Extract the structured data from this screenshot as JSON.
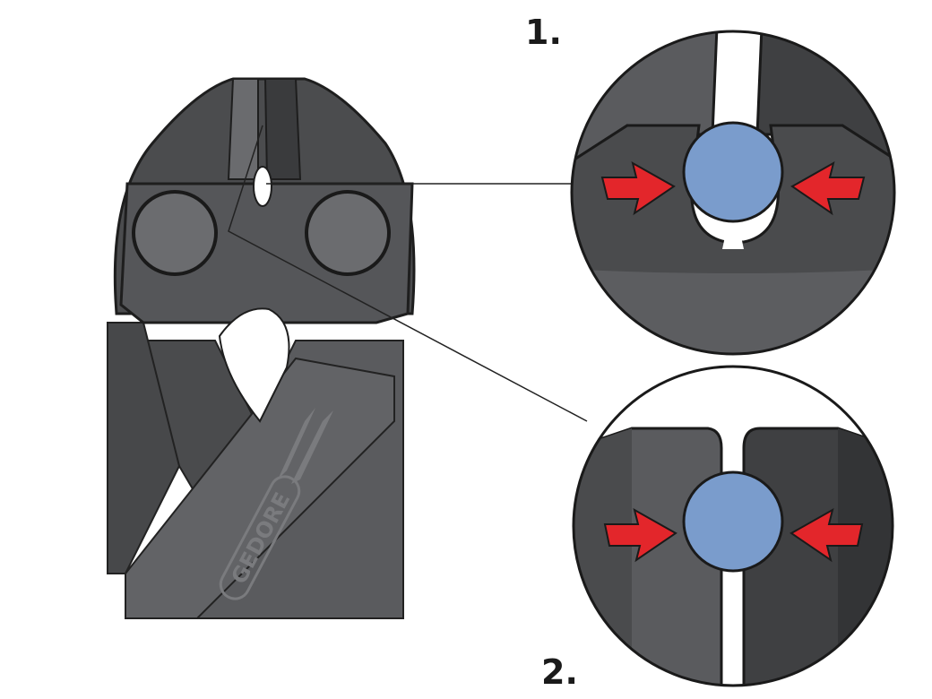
{
  "steps": [
    {
      "label": "1."
    },
    {
      "label": "2."
    }
  ],
  "logo": {
    "text": "GEDORE"
  },
  "colors": {
    "tool_dark": "#3d3e40",
    "tool_mid": "#58595b",
    "tool_light": "#6d6e71",
    "wire": "#7a9ccc",
    "arrow": "#e3262b"
  }
}
